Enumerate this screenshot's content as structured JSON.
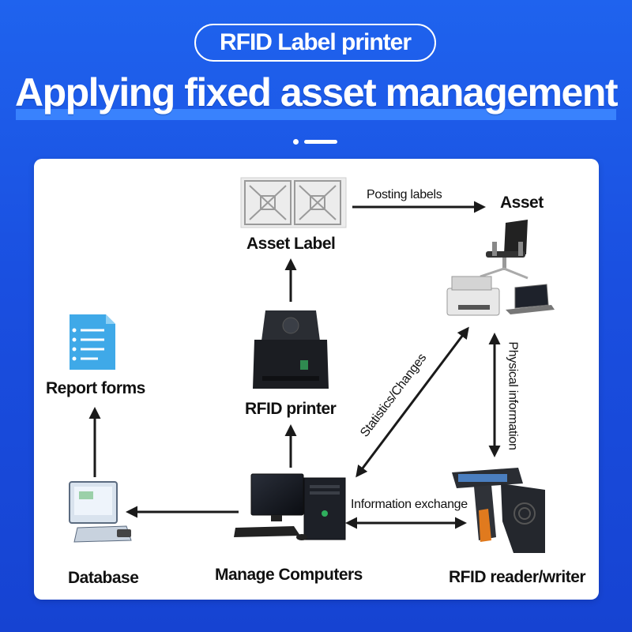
{
  "header": {
    "badge": "RFID Label printer",
    "headline": "Applying fixed asset management"
  },
  "nodes": {
    "asset_label": "Asset Label",
    "asset": "Asset",
    "report_forms": "Report forms",
    "rfid_printer": "RFID printer",
    "database": "Database",
    "manage_computers": "Manage Computers",
    "rfid_reader": "RFID reader/writer"
  },
  "edges": {
    "posting_labels": "Posting labels",
    "statistics_changes": "Statistics/Changes",
    "physical_information": "Physical information",
    "information_exchange": "Information exchange"
  },
  "colors": {
    "background_top": "#1f63ee",
    "background_bottom": "#1643d2",
    "headline_underline": "#3d86ff",
    "report_icon": "#3fa9e8"
  },
  "icons": [
    "rfid-label-sheet",
    "office-chair",
    "printer",
    "laptop",
    "document-list-icon",
    "rfid-printer",
    "computer-monitor",
    "pc-tower",
    "keyboard",
    "mouse",
    "database-monitor",
    "handheld-rfid-reader"
  ]
}
